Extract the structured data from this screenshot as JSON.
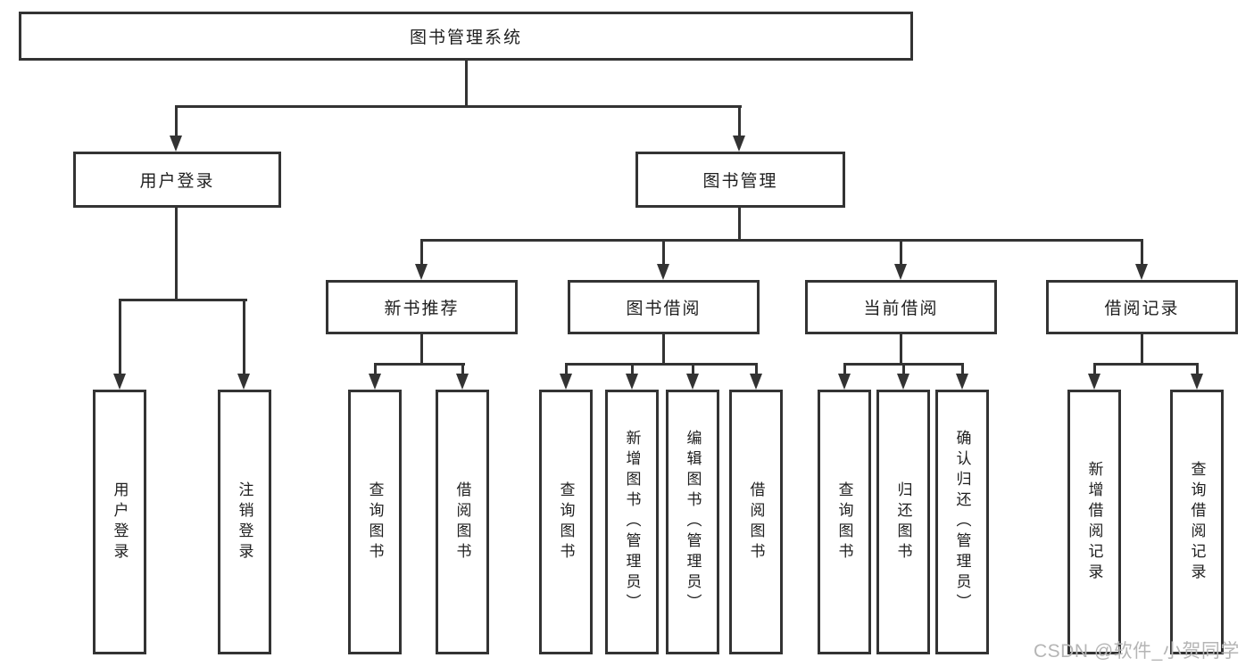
{
  "diagram": {
    "root": {
      "label": "图书管理系统"
    },
    "level2": {
      "user_login": {
        "label": "用户登录"
      },
      "book_management": {
        "label": "图书管理"
      }
    },
    "level3": {
      "new_book_recommend": {
        "label": "新书推荐"
      },
      "book_borrow": {
        "label": "图书借阅"
      },
      "current_borrow": {
        "label": "当前借阅"
      },
      "borrow_record": {
        "label": "借阅记录"
      }
    },
    "leaves": {
      "user_login": [
        {
          "label": "用户登录"
        },
        {
          "label": "注销登录"
        }
      ],
      "new_book_recommend": [
        {
          "label": "查询图书"
        },
        {
          "label": "借阅图书"
        }
      ],
      "book_borrow": [
        {
          "label": "查询图书"
        },
        {
          "label": "新增图书（管理员）"
        },
        {
          "label": "编辑图书（管理员）"
        },
        {
          "label": "借阅图书"
        }
      ],
      "current_borrow": [
        {
          "label": "查询图书"
        },
        {
          "label": "归还图书"
        },
        {
          "label": "确认归还（管理员）"
        }
      ],
      "borrow_record": [
        {
          "label": "新增借阅记录"
        },
        {
          "label": "查询借阅记录"
        }
      ]
    },
    "watermark": "CSDN @软件_小贺同学",
    "colors": {
      "line": "#333333",
      "text": "#1f1f1f",
      "background": "#ffffff",
      "watermark": "#b5b5b5"
    }
  }
}
